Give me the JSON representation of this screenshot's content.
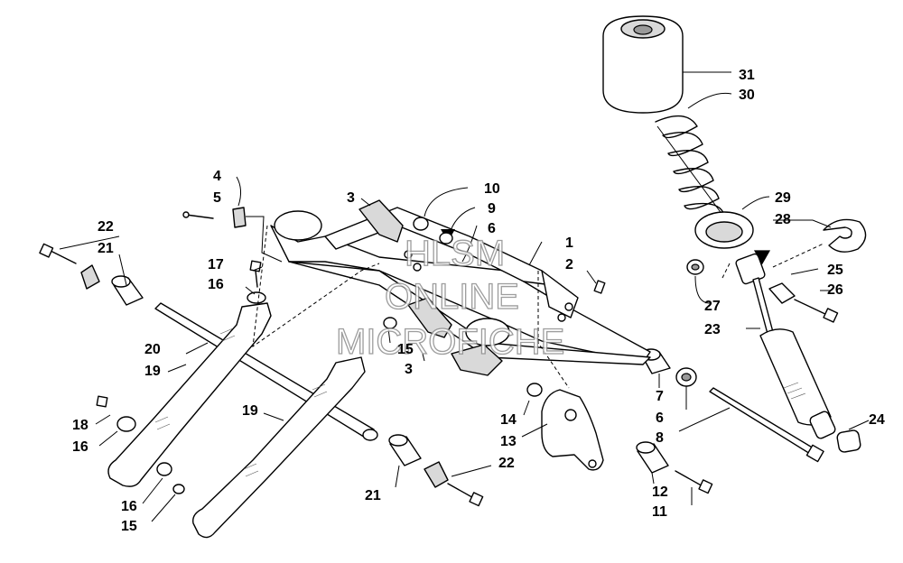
{
  "watermark": {
    "line1": "HLSM",
    "line2": "ONLINE",
    "line3": "MICROFICHE"
  },
  "callouts": {
    "c1": "1",
    "c2": "2",
    "c3a": "3",
    "c3b": "3",
    "c4": "4",
    "c5": "5",
    "c6a": "6",
    "c6b": "6",
    "c7": "7",
    "c8": "8",
    "c9": "9",
    "c10": "10",
    "c11": "11",
    "c12": "12",
    "c13": "13",
    "c14": "14",
    "c15a": "15",
    "c15b": "15",
    "c16a": "16",
    "c16b": "16",
    "c16c": "16",
    "c17": "17",
    "c18": "18",
    "c19a": "19",
    "c19b": "19",
    "c20": "20",
    "c21a": "21",
    "c21b": "21",
    "c22a": "22",
    "c22b": "22",
    "c23": "23",
    "c24": "24",
    "c25": "25",
    "c26": "26",
    "c27": "27",
    "c28": "28",
    "c29": "29",
    "c30": "30",
    "c31": "31"
  },
  "colors": {
    "line": "#000000",
    "background": "#ffffff",
    "watermark": "#8c8c8c",
    "shade": "#d9d9d9"
  }
}
